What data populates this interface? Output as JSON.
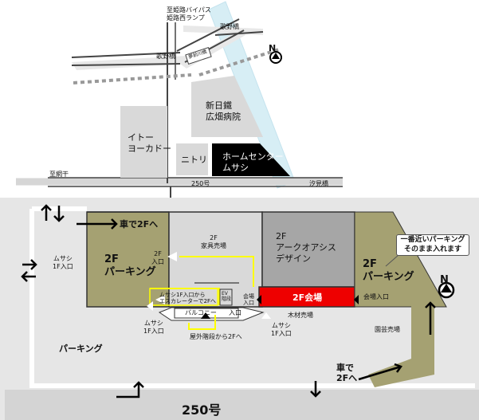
{
  "colors": {
    "parking": "#a5a172",
    "venue": "#ee0000",
    "building_gray": "#d9d9d9",
    "building_dark": "#a6a6a6",
    "road_gray": "#e6e6e6",
    "river": "#d7eef5",
    "highlight": "#ffff00"
  },
  "top_map": {
    "bypass_label": "至姫路バイパス\n姫路西ランプ",
    "utano_bridge_top": "歌野橋",
    "utano_bridge_left": "歌野橋",
    "yumesaki_river": "夢前川橋",
    "hospital": "新日鐵\n広畑病院",
    "itoyokado": "イトー\nヨーカドー",
    "nitori": "ニトリ",
    "home_center": "ホームセンター\nムサシ",
    "to_boshiki": "至網干",
    "route_250_small": "250号",
    "shiomibashi": "汐見橋"
  },
  "venue": {
    "car_to_2f": "車で2Fへ",
    "parking_2f_left": "2F\nパーキング",
    "parking_2f_right": "2F\nパーキング",
    "furniture_floor": "2F\n家具売場",
    "arc_oasis": "2F\nアークオアシス\nデザイン",
    "hall_2f": "2F会場",
    "entrance_2f": "2F\n入口",
    "musashi_1f_left": "ムサシ\n1F入口",
    "escalator_note": "ムサシ1F入口から\nエスカレーターで2Fへ",
    "ev": "EV\n階段",
    "hall_entrance": "会場\n入口",
    "balcony": "バルコニー",
    "entrance_small": "入口",
    "hall_entrance_right": "会場入口",
    "musashi_1f_center": "ムサシ\n1F入口",
    "outdoor_stairs": "屋外階段から2Fへ",
    "lumber": "木材売場",
    "musashi_1f_right": "ムサシ\n1F入口",
    "garden": "園芸売場",
    "parking_1f": "パーキング",
    "car_to_2f_bottom": "車で\n2Fへ",
    "callout": "一番近いパーキング\nそのまま入れます",
    "route_250": "250号",
    "north": "N"
  }
}
